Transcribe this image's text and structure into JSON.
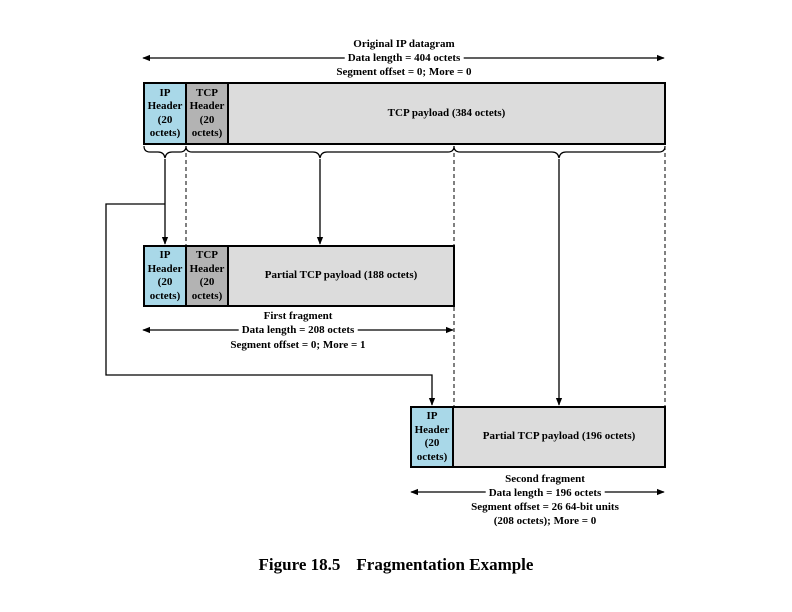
{
  "original": {
    "title": "Original IP datagram",
    "data_length": "Data length = 404 octets",
    "offset_more": "Segment offset = 0; More = 0",
    "ip_header": "IP\nHeader\n(20\noctets)",
    "tcp_header": "TCP\nHeader\n(20\noctets)",
    "payload": "TCP payload (384 octets)"
  },
  "first_fragment": {
    "ip_header": "IP\nHeader\n(20\noctets)",
    "tcp_header": "TCP\nHeader\n(20\noctets)",
    "payload": "Partial TCP payload (188 octets)",
    "title": "First fragment",
    "data_length": "Data length = 208 octets",
    "offset_more": "Segment offset = 0; More = 1"
  },
  "second_fragment": {
    "ip_header": "IP\nHeader\n(20\noctets)",
    "payload": "Partial TCP payload (196 octets)",
    "title": "Second fragment",
    "data_length": "Data length = 196 octets",
    "offset_line1": "Segment offset = 26 64-bit units",
    "offset_line2": "(208 octets); More = 0"
  },
  "caption": {
    "number": "Figure 18.5",
    "title": "Fragmentation Example"
  },
  "colors": {
    "ip_header": "#a9d8e8",
    "tcp_header": "#b3b3b3",
    "payload": "#dcdcdc"
  }
}
